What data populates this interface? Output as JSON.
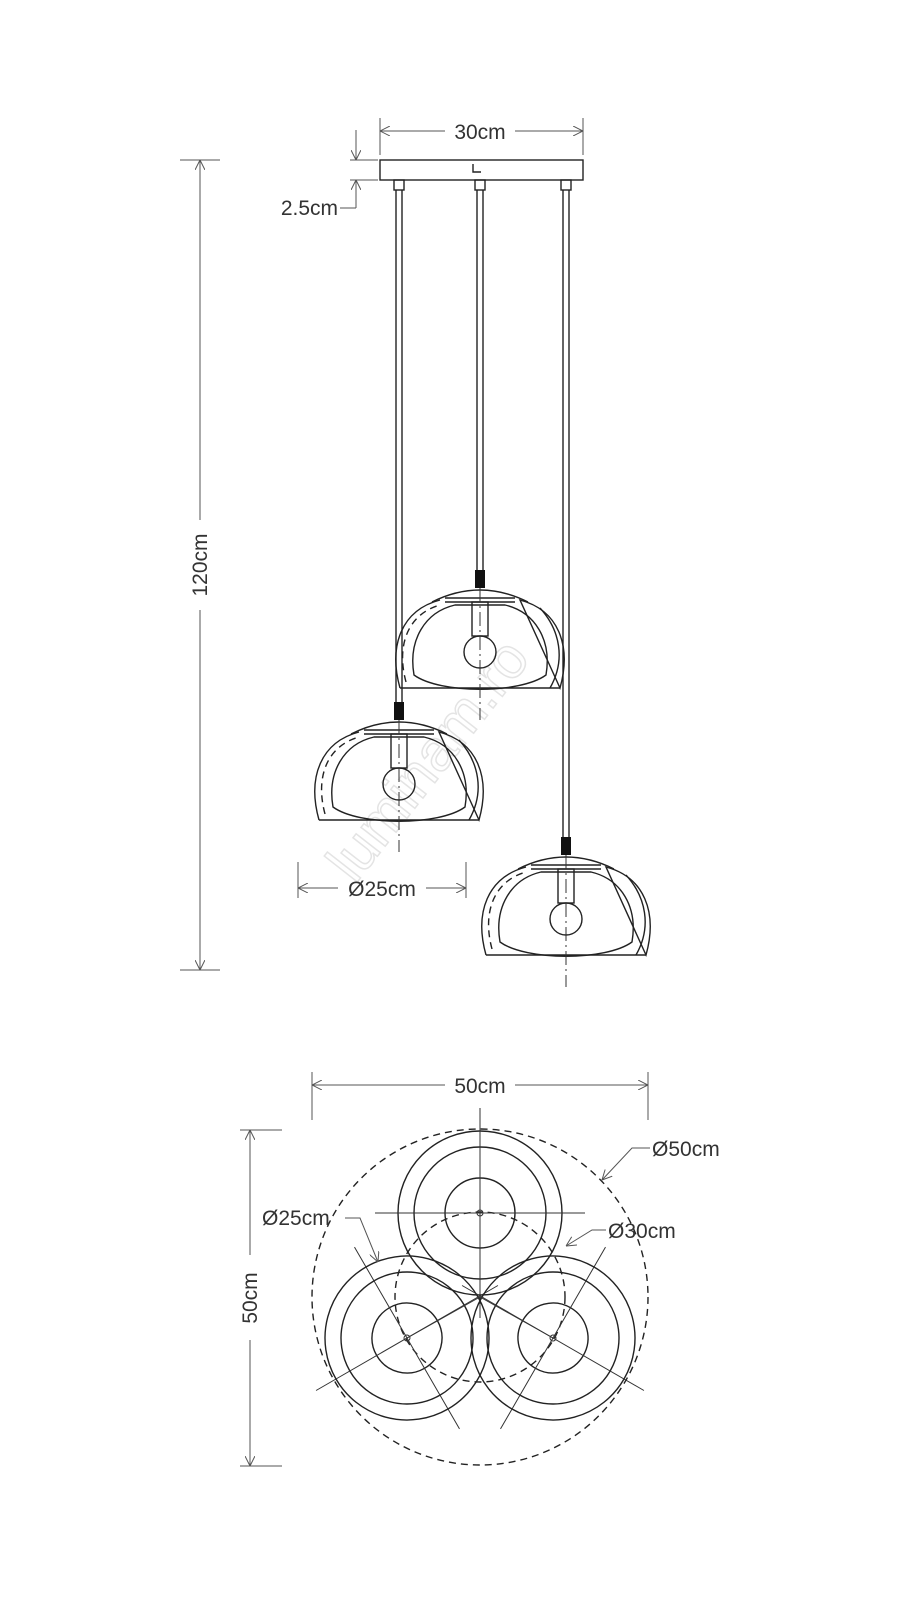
{
  "watermark": "luminam.ro",
  "side_view": {
    "canopy_width": "30cm",
    "canopy_height": "2.5cm",
    "total_height": "120cm",
    "shade_diameter": "Ø25cm"
  },
  "top_view": {
    "width": "50cm",
    "depth": "50cm",
    "overall_diameter": "Ø50cm",
    "shade_diameter": "Ø25cm",
    "canopy_diameter": "Ø30cm"
  }
}
